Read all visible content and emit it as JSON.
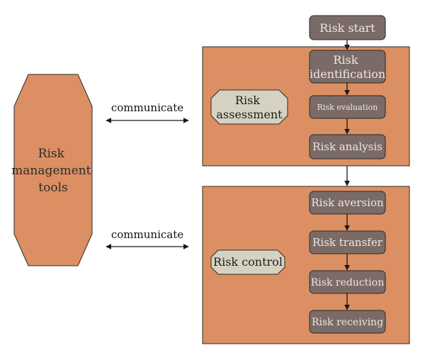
{
  "tools": {
    "line1": "Risk",
    "line2": "management",
    "line3": "tools"
  },
  "communicate_top": "communicate",
  "communicate_bottom": "communicate",
  "risk_start": "Risk start",
  "assessment": {
    "label_line1": "Risk",
    "label_line2": "assessment",
    "steps": {
      "identification_line1": "Risk",
      "identification_line2": "identification",
      "evaluation": "Risk evaluation",
      "analysis": "Risk analysis"
    }
  },
  "control": {
    "label": "Risk control",
    "steps": {
      "aversion": "Risk aversion",
      "transfer": "Risk transfer",
      "reduction": "Risk reduction",
      "receiving": "Risk receiving"
    }
  },
  "colors": {
    "orange": "#dc8f62",
    "step_gray": "#7b6b67",
    "step_text": "#ece6e2",
    "label_beige": "#d6d2c2",
    "stroke": "#2a2a2a"
  }
}
